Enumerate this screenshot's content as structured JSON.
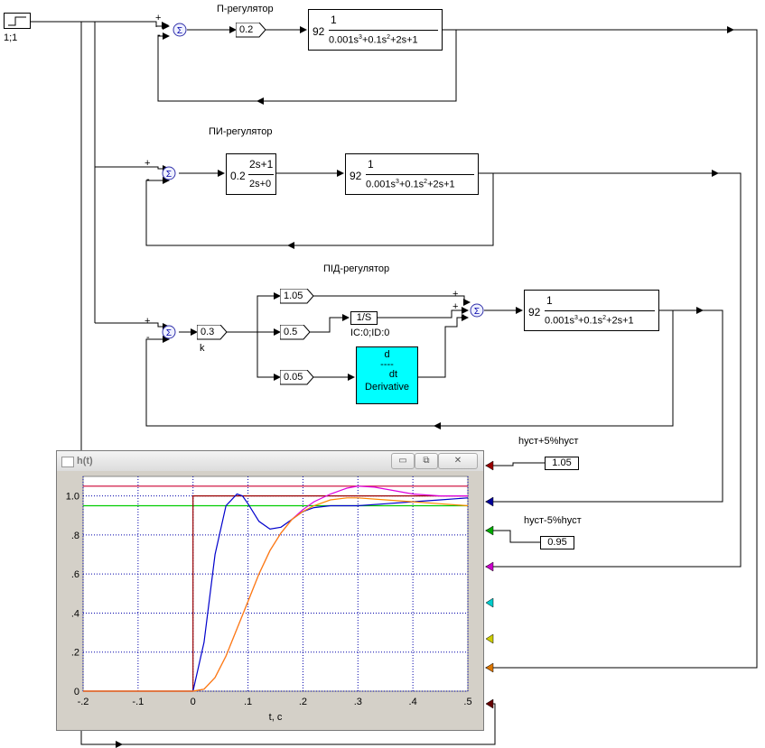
{
  "step": {
    "label": "1;1"
  },
  "p_controller": {
    "title": "П-регулятор",
    "sum_plus": "+",
    "sum_minus": "-",
    "gain": "0.2",
    "plant": {
      "k": "92",
      "num": "1",
      "den_parts": [
        "0.001s",
        "3",
        "+0.1s",
        "2",
        "+2s+1"
      ]
    }
  },
  "pi_controller": {
    "title": "ПИ-регулятор",
    "sum_plus": "+",
    "sum_minus": "-",
    "controller": {
      "k": "0.2",
      "num": "2s+1",
      "den": "2s+0"
    },
    "plant": {
      "k": "92",
      "num": "1",
      "den_parts": [
        "0.001s",
        "3",
        "+0.1s",
        "2",
        "+2s+1"
      ]
    }
  },
  "pid_controller": {
    "title": "ПІД-регулятор",
    "sum_plus": "+",
    "sum_minus": "-",
    "k_gain": "0.3",
    "k_label": "k",
    "kp": "1.05",
    "ki": "0.5",
    "kd": "0.05",
    "integrator": "1/S",
    "integrator_ic": "IC:0;ID:0",
    "derivative": {
      "line1": "d",
      "line2": "----",
      "line3": "dt",
      "name": "Derivative"
    },
    "plant": {
      "k": "92",
      "num": "1",
      "den_parts": [
        "0.001s",
        "3",
        "+0.1s",
        "2",
        "+2s+1"
      ]
    }
  },
  "limits": {
    "upper_label": "hуст+5%hуст",
    "upper_value": "1.05",
    "lower_label": "hуст-5%hуст",
    "lower_value": "0.95"
  },
  "scope_window": {
    "title": "h(t)",
    "buttons": [
      "▭",
      "⧉",
      "✕"
    ],
    "xlabel": "t, с"
  },
  "input_arrow_colors": [
    "#990000",
    "#000099",
    "#00aa00",
    "#cc00cc",
    "#00cccc",
    "#cccc00",
    "#dd7700",
    "#660000"
  ],
  "chart_data": {
    "type": "line",
    "xlim": [
      -0.2,
      0.5
    ],
    "ylim": [
      0,
      1.1
    ],
    "xticks": [
      "-.2",
      "-.1",
      "0",
      ".1",
      ".2",
      ".3",
      ".4",
      ".5"
    ],
    "yticks": [
      "0",
      ".2",
      ".4",
      ".6",
      ".8",
      "1.0"
    ],
    "grid": true,
    "series": [
      {
        "color": "#cc0033",
        "x": [
          -0.2,
          0.5
        ],
        "y": [
          1.05,
          1.05
        ]
      },
      {
        "color": "#00cc00",
        "x": [
          -0.2,
          0.5
        ],
        "y": [
          0.95,
          0.95
        ]
      },
      {
        "color": "#990000",
        "x": [
          -0.2,
          0.0,
          0.0,
          0.5
        ],
        "y": [
          0,
          0,
          1.0,
          1.0
        ]
      },
      {
        "color": "#0000cc",
        "x": [
          -0.2,
          0.0,
          0.02,
          0.04,
          0.06,
          0.08,
          0.09,
          0.1,
          0.12,
          0.14,
          0.16,
          0.18,
          0.2,
          0.22,
          0.25,
          0.3,
          0.35,
          0.4,
          0.45,
          0.5
        ],
        "y": [
          0,
          0,
          0.25,
          0.7,
          0.95,
          1.01,
          1.0,
          0.96,
          0.87,
          0.83,
          0.84,
          0.88,
          0.92,
          0.94,
          0.95,
          0.95,
          0.96,
          0.97,
          0.98,
          0.99
        ]
      },
      {
        "color": "#dd00dd",
        "x": [
          -0.2,
          0.0,
          0.02,
          0.04,
          0.06,
          0.08,
          0.1,
          0.12,
          0.14,
          0.16,
          0.18,
          0.2,
          0.22,
          0.25,
          0.28,
          0.3,
          0.33,
          0.36,
          0.4,
          0.45,
          0.5
        ],
        "y": [
          0,
          0,
          0.01,
          0.07,
          0.18,
          0.32,
          0.46,
          0.6,
          0.72,
          0.81,
          0.88,
          0.93,
          0.97,
          1.01,
          1.04,
          1.05,
          1.045,
          1.03,
          1.01,
          1.0,
          1.0
        ]
      },
      {
        "color": "#ff8800",
        "x": [
          -0.2,
          0.0,
          0.02,
          0.04,
          0.06,
          0.08,
          0.1,
          0.12,
          0.14,
          0.16,
          0.18,
          0.2,
          0.22,
          0.25,
          0.28,
          0.3,
          0.35,
          0.4,
          0.45,
          0.5
        ],
        "y": [
          0,
          0,
          0.01,
          0.07,
          0.18,
          0.32,
          0.46,
          0.6,
          0.72,
          0.81,
          0.88,
          0.92,
          0.95,
          0.98,
          0.99,
          0.99,
          0.98,
          0.97,
          0.96,
          0.95
        ]
      }
    ]
  }
}
